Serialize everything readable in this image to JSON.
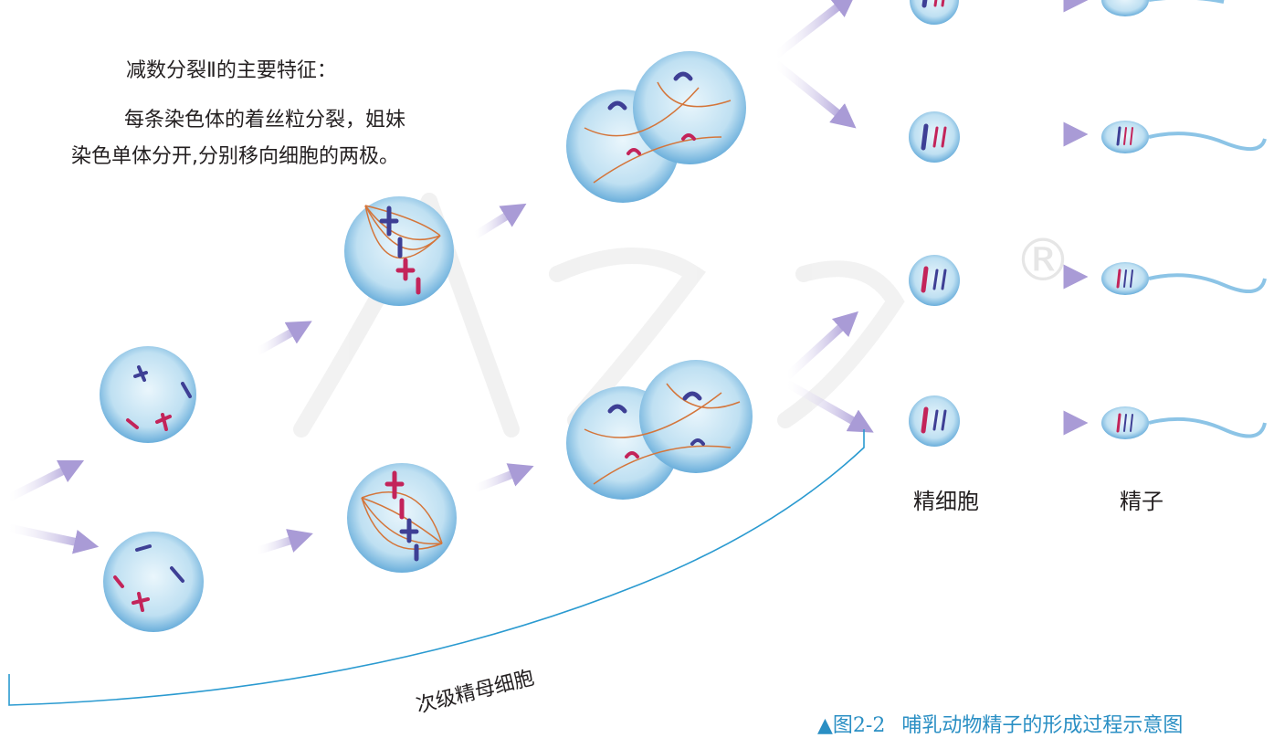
{
  "features": {
    "heading": "减数分裂Ⅱ的主要特征：",
    "line1": "每条染色体的着丝粒分裂，姐妹",
    "line2": "染色单体分开,分别移向细胞的两极。"
  },
  "labels": {
    "sperm_cell": "精细胞",
    "sperm": "精子",
    "secondary_spermatocyte": "次级精母细胞"
  },
  "caption": {
    "figure_number": "▲图2-2",
    "title": "哺乳动物精子的形成过程示意图"
  },
  "colors": {
    "cell_fill": "#bfe0f2",
    "cell_edge": "#6aaedb",
    "arrow": "#a99bd6",
    "chrom_blue": "#3e3f95",
    "chrom_red": "#c3245a",
    "spindle": "#d4753a",
    "bracket": "#2a9ad0",
    "caption": "#2a8fc4"
  },
  "watermark": {
    "symbol": "®"
  }
}
